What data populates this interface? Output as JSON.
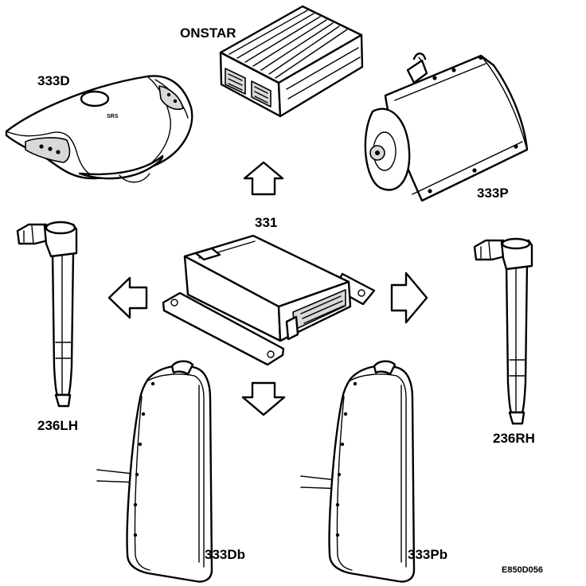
{
  "labels": {
    "onstar": "ONSTAR",
    "control_module": "331",
    "driver_airbag": "333D",
    "passenger_airbag": "333P",
    "pretensioner_left": "236LH",
    "pretensioner_right": "236RH",
    "driver_side_airbag": "333Db",
    "passenger_side_airbag": "333Pb",
    "figure_code": "E850D056"
  },
  "steering_badge": "SRS"
}
